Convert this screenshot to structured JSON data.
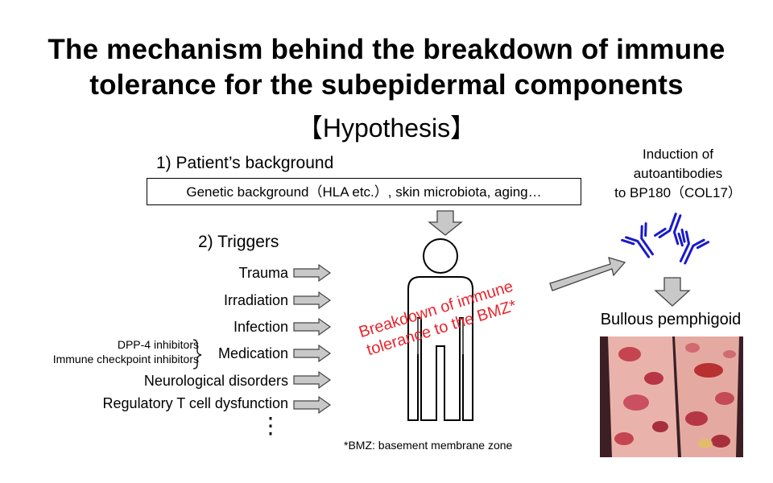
{
  "title": {
    "line1": "The mechanism behind the breakdown of immune",
    "line2": "tolerance for the subepidermal components"
  },
  "hypothesis": "【Hypothesis】",
  "background": {
    "heading": "1) Patient’s background",
    "box": "Genetic background（HLA etc.）, skin microbiota, aging…"
  },
  "triggers": {
    "heading": "2) Triggers",
    "items": [
      "Trauma",
      "Irradiation",
      "Infection",
      "Medication",
      "Neurological disorders",
      "Regulatory T cell dysfunction"
    ],
    "medication_examples": [
      "DPP-4 inhibitors",
      "Immune checkpoint inhibitors"
    ],
    "more": "⋮"
  },
  "center_label": {
    "line1": "Breakdown of immune",
    "line2": "tolerance to the BMZ*"
  },
  "induction": {
    "line1": "Induction of",
    "line2": "autoantibodies",
    "line3": "to BP180（COL17）"
  },
  "outcome": "Bullous pemphigoid",
  "footnote": "*BMZ: basement membrane zone",
  "colors": {
    "label_red": "#e8262d",
    "antibody_blue": "#1a1acc",
    "arrow_gray": "#c8c8c8"
  }
}
